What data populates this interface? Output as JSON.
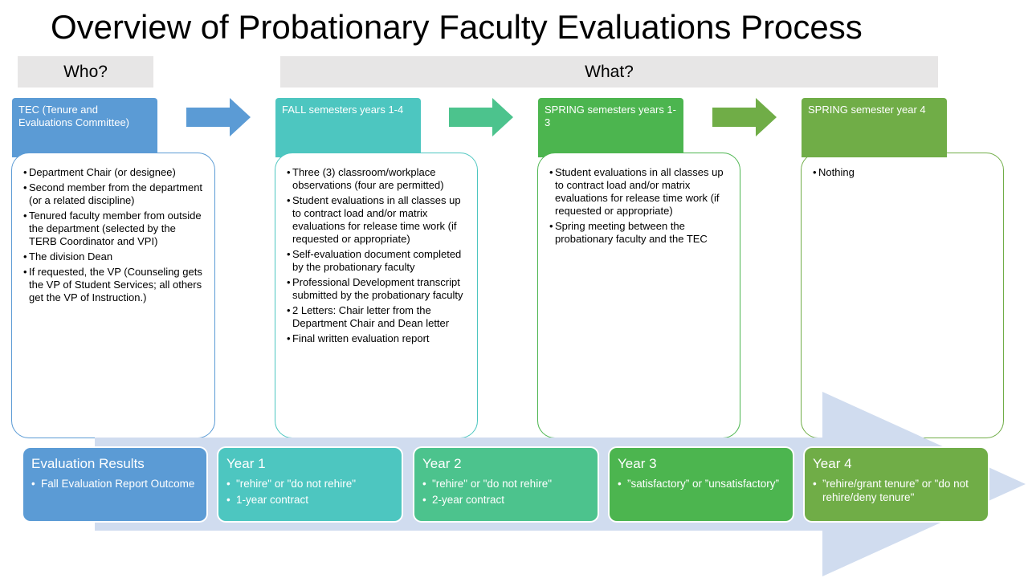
{
  "title": "Overview of Probationary Faculty Evaluations Process",
  "headers": {
    "who": "Who?",
    "what": "What?"
  },
  "colors": {
    "blue": "#5b9bd5",
    "teal": "#4dc6c0",
    "sea_green": "#4cc38d",
    "green": "#4cb54f",
    "olive_green": "#70ad47",
    "background_arrow": "#d0dcef",
    "header_gray": "#e7e6e6"
  },
  "flow_arrow_icon": "right-arrow-icon",
  "columns": [
    {
      "tab": "TEC (Tenure and Evaluations Committee)",
      "items": [
        "Department Chair (or designee)",
        "Second member from the department (or a related discipline)",
        "Tenured faculty member from outside the department (selected by the TERB Coordinator and VPI)",
        "The division Dean",
        "If requested, the VP (Counseling gets the VP of Student Services; all others get the VP of Instruction.)"
      ]
    },
    {
      "tab": "FALL semesters years 1-4",
      "items": [
        "Three (3) classroom/workplace observations (four are permitted)",
        "Student evaluations in all classes up to contract load and/or matrix evaluations for release time work (if requested or appropriate)",
        "Self-evaluation document completed by the probationary faculty",
        "Professional Development transcript submitted by the probationary faculty",
        "2 Letters: Chair letter from the Department Chair and Dean letter",
        "Final written evaluation report"
      ]
    },
    {
      "tab": "SPRING semesters years 1-3",
      "items": [
        "Student evaluations in all classes up to contract load and/or matrix evaluations for release time work (if requested or appropriate)",
        "Spring meeting between the probationary faculty and the TEC"
      ]
    },
    {
      "tab": "SPRING semester year 4",
      "items": [
        "Nothing"
      ]
    }
  ],
  "results": [
    {
      "title": "Evaluation Results",
      "items": [
        "Fall Evaluation Report Outcome"
      ]
    },
    {
      "title": "Year 1",
      "items": [
        "\"rehire\" or \"do not rehire\"",
        "1-year contract"
      ]
    },
    {
      "title": "Year 2",
      "items": [
        "\"rehire\" or \"do not rehire\"",
        "2-year contract"
      ]
    },
    {
      "title": "Year 3",
      "items": [
        "”satisfactory” or ”unsatisfactory”"
      ]
    },
    {
      "title": "Year 4",
      "items": [
        "”rehire/grant tenure” or \"do not rehire/deny tenure\""
      ]
    }
  ]
}
